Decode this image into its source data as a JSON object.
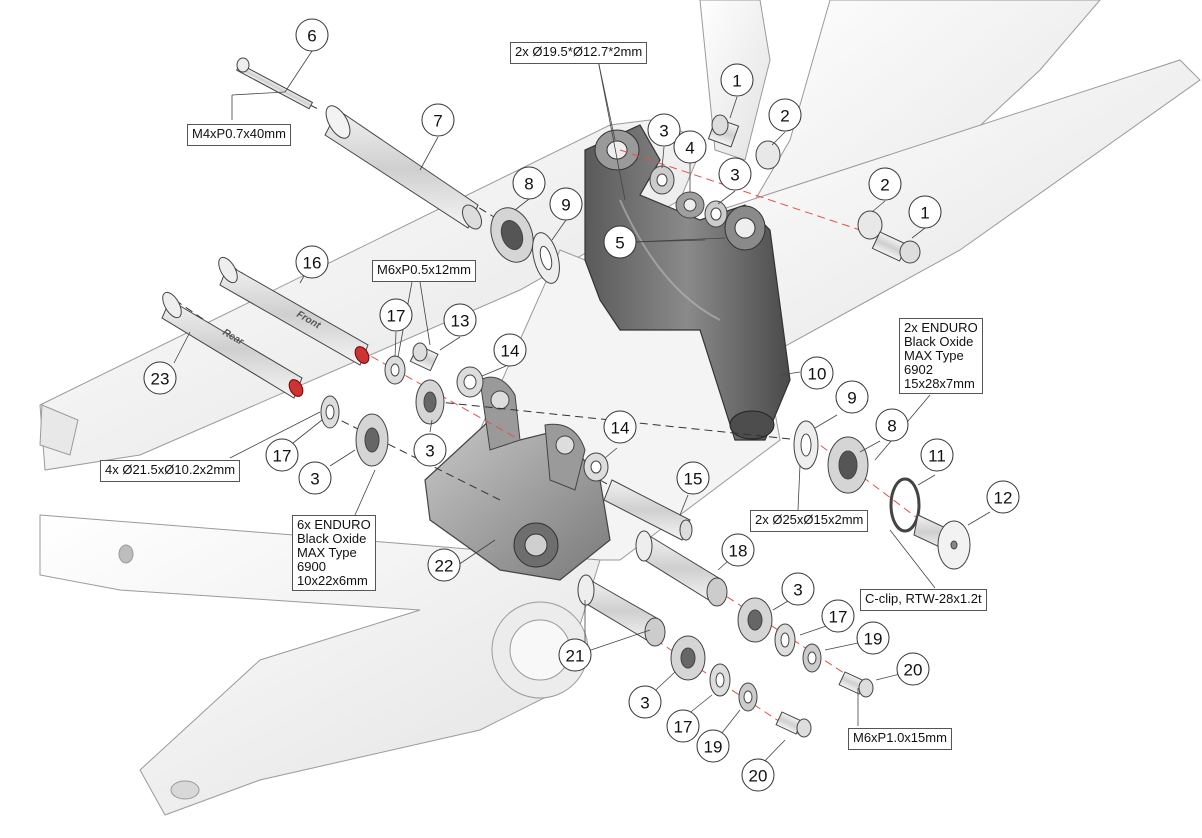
{
  "callouts": {
    "c1a": "1",
    "c1b": "1",
    "c2a": "2",
    "c2b": "2",
    "c3a": "3",
    "c3b": "3",
    "c3c": "3",
    "c3d": "3",
    "c3e": "3",
    "c3f": "3",
    "c4": "4",
    "c5": "5",
    "c6": "6",
    "c7": "7",
    "c8a": "8",
    "c8b": "8",
    "c9a": "9",
    "c9b": "9",
    "c10": "10",
    "c11": "11",
    "c12": "12",
    "c13": "13",
    "c14a": "14",
    "c14b": "14",
    "c15": "15",
    "c16": "16",
    "c17a": "17",
    "c17b": "17",
    "c17c": "17",
    "c17d": "17",
    "c18": "18",
    "c19a": "19",
    "c19b": "19",
    "c20a": "20",
    "c20b": "20",
    "c21": "21",
    "c22": "22",
    "c23": "23"
  },
  "specs": {
    "washer_top": "2x Ø19.5*Ø12.7*2mm",
    "bolt_m4": "M4xP0.7x40mm",
    "bolt_m6_small": "M6xP0.5x12mm",
    "bearing_6902": [
      "2x ENDURO",
      "Black Oxide",
      "MAX Type",
      "6902",
      "15x28x7mm"
    ],
    "washer_4x": "4x Ø21.5xØ10.2x2mm",
    "bearing_6900": [
      "6x ENDURO",
      "Black Oxide",
      "MAX Type",
      "6900",
      "10x22x6mm"
    ],
    "washer_2x": "2x Ø25xØ15x2mm",
    "cclip": "C-clip, RTW-28x1.2t",
    "bolt_m6_large": "M6xP1.0x15mm"
  },
  "axle_labels": {
    "front": "Front",
    "rear": "Rear"
  }
}
